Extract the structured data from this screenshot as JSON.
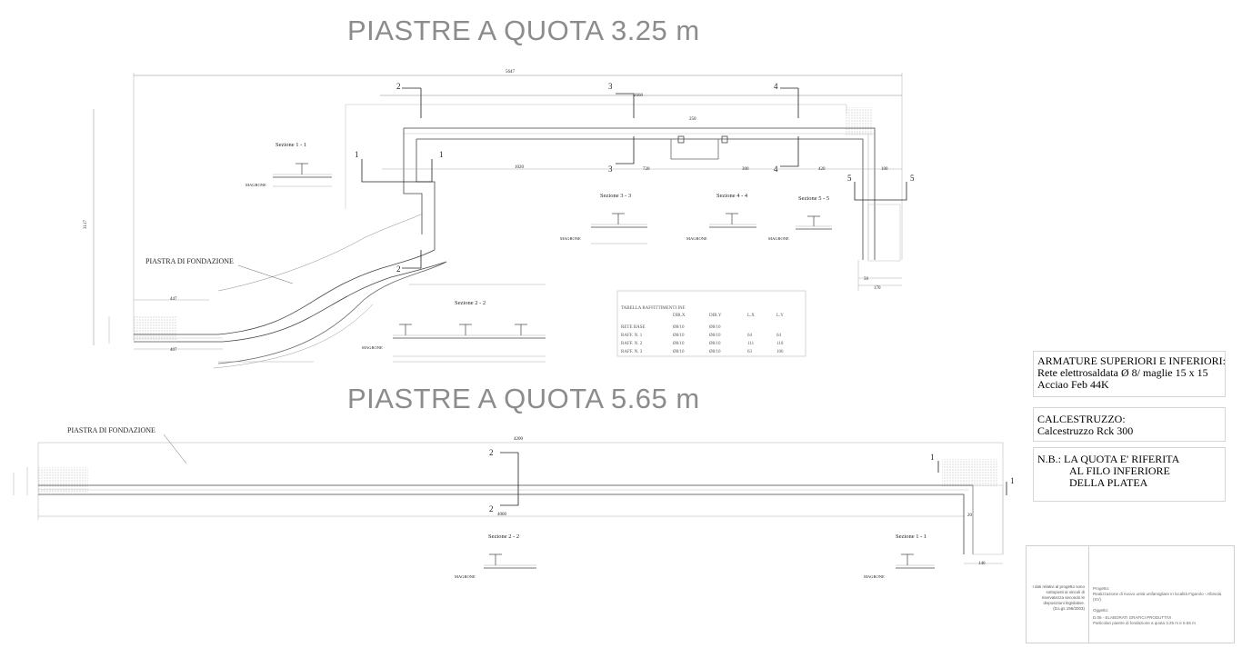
{
  "titles": {
    "top": "PIASTRE A QUOTA 3.25 m",
    "bottom": "PIASTRE A QUOTA 5.65 m"
  },
  "labels": {
    "fondazione_top": "PIASTRA DI FONDAZIONE",
    "fondazione_bottom": "PIASTRA DI FONDAZIONE",
    "magrone": "MAGRONE",
    "sez_1_1": "Sezione 1 - 1",
    "sez_2_2": "Sezione 2 - 2",
    "sez_3_3": "Sezione 3 - 3",
    "sez_4_4": "Sezione 4 - 4",
    "sez_5_5": "Sezione 5 - 5",
    "sez_2_2_b": "Sezione 2 - 2",
    "sez_1_1_b": "Sezione 1 - 1",
    "mark_1": "1",
    "mark_2": "2",
    "mark_3": "3",
    "mark_4": "4",
    "mark_5": "5"
  },
  "dims": {
    "overall_top": "5647",
    "sub_top": "2660",
    "overall_bottom": "4200",
    "d1020": "1020",
    "d720": "720",
    "d300": "300",
    "d420": "420",
    "d100": "100",
    "d250": "250",
    "d447": "447",
    "d407": "407",
    "d3117": "3117",
    "d170": "170",
    "d140": "140",
    "d4060": "4060",
    "d20": "20",
    "d50": "50"
  },
  "table": {
    "title": "TABELLA RAFFITTIMENTI INF.",
    "headers": [
      "",
      "DIR.X",
      "DIR.Y",
      "L.X",
      "L.Y"
    ],
    "rows": [
      [
        "RETE BASE",
        "Ø8/10",
        "Ø8/10",
        "",
        ""
      ],
      [
        "RAFF. N. 1",
        "Ø8/10",
        "Ø8/10",
        "64",
        "64"
      ],
      [
        "RAFF. N. 2",
        "Ø8/10",
        "Ø8/10",
        "111",
        "110"
      ],
      [
        "RAFF. N. 3",
        "Ø8/10",
        "Ø8/10",
        "63",
        "106"
      ]
    ]
  },
  "notes": {
    "armature_title": "ARMATURE SUPERIORI E INFERIORI:",
    "armature_line1": "Rete elettrosaldata Ø 8/ maglie 15 x 15",
    "armature_line2": "Acciao Feb 44K",
    "cls_title": "CALCESTRUZZO:",
    "cls_line1": "Calcestruzzo Rck 300",
    "nb_prefix": "N.B.:",
    "nb_line1": "LA QUOTA E' RIFERITA",
    "nb_line2": "AL FILO INFERIORE",
    "nb_line3": "DELLA PLATEA"
  },
  "titleblock": {
    "disclaimer": "I dati relativi al progetto sono sottoposti ai vincoli di riservatezza secondo le disposizioni legislative. (D.Lgs 196/2003)",
    "progetto_label": "Progetto:",
    "progetto_text": "Realizzazione di nuovo unità unifamigliare in località Figarolo - Albisola (SV)",
    "oggetto_label": "Oggetto:",
    "oggetto_code": "D.06 - ELABORATI GRAFICI PRODUTTIVI",
    "oggetto_text": "Particolari piastre di fondazione a quota 3.25 m e 5.65 m"
  },
  "colors": {
    "line": "#333333",
    "dim": "#888888",
    "title": "#8c8c8c",
    "hatch": "#bbbbbb"
  }
}
